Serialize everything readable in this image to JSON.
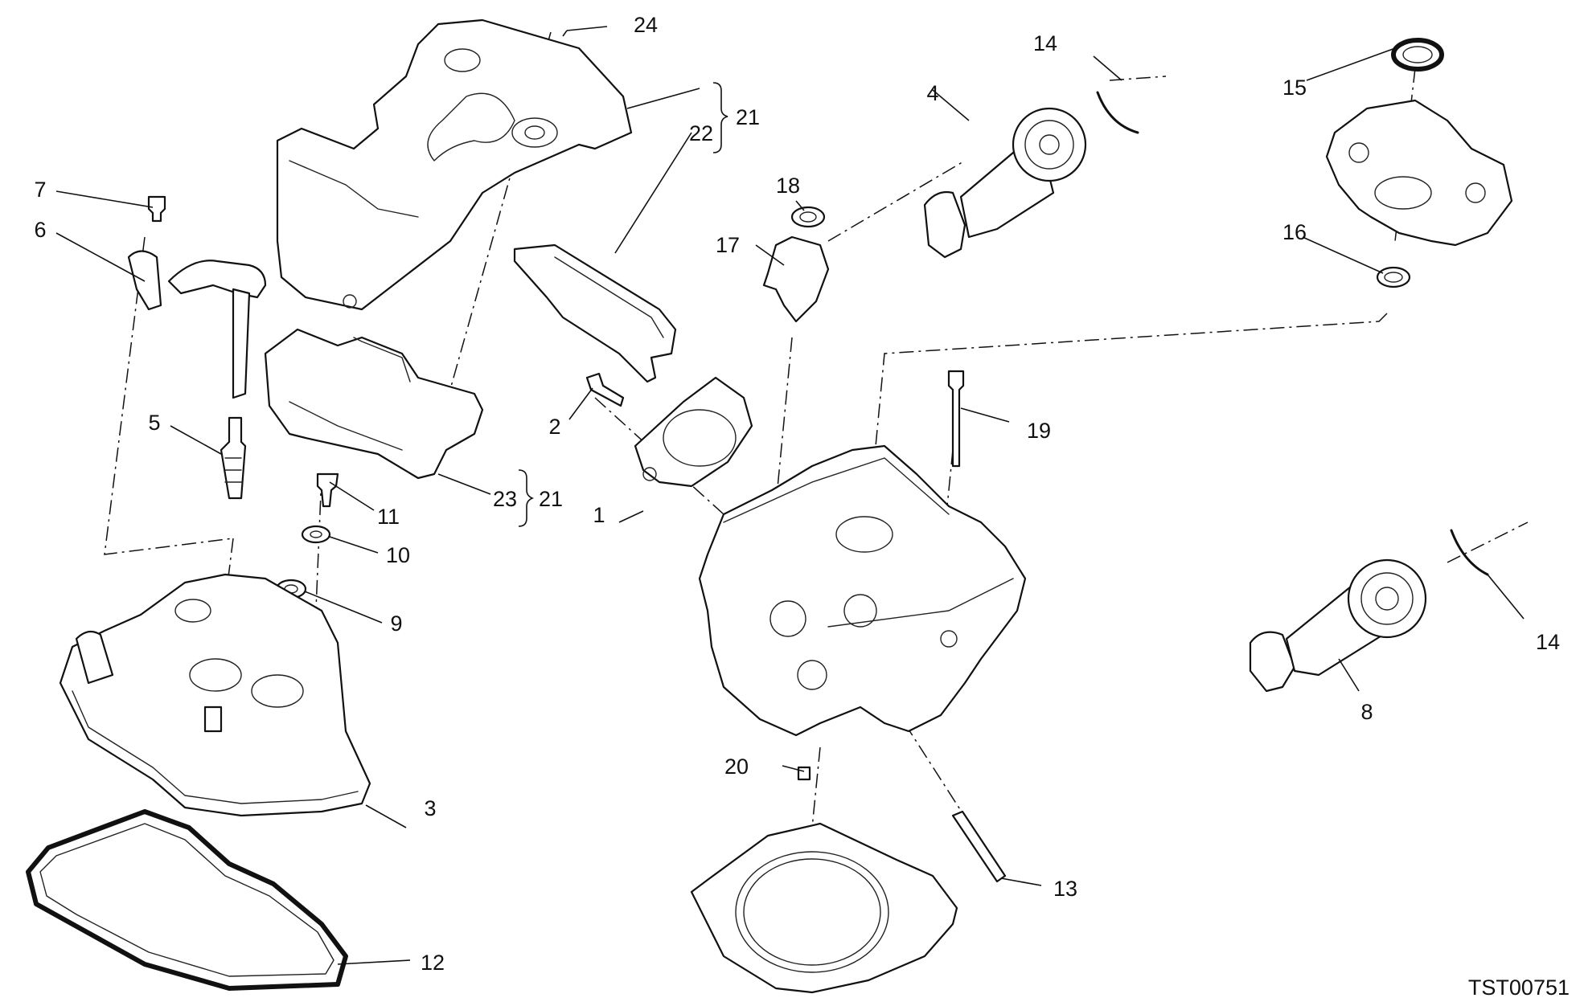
{
  "callouts": [
    {
      "id": "c1",
      "text": "1"
    },
    {
      "id": "c2",
      "text": "2"
    },
    {
      "id": "c3",
      "text": "3"
    },
    {
      "id": "c4",
      "text": "4"
    },
    {
      "id": "c5",
      "text": "5"
    },
    {
      "id": "c6",
      "text": "6"
    },
    {
      "id": "c7",
      "text": "7"
    },
    {
      "id": "c8",
      "text": "8"
    },
    {
      "id": "c9",
      "text": "9"
    },
    {
      "id": "c10",
      "text": "10"
    },
    {
      "id": "c11",
      "text": "11"
    },
    {
      "id": "c12",
      "text": "12"
    },
    {
      "id": "c13",
      "text": "13"
    },
    {
      "id": "c14a",
      "text": "14"
    },
    {
      "id": "c14b",
      "text": "14"
    },
    {
      "id": "c15",
      "text": "15"
    },
    {
      "id": "c16",
      "text": "16"
    },
    {
      "id": "c17",
      "text": "17"
    },
    {
      "id": "c18",
      "text": "18"
    },
    {
      "id": "c19",
      "text": "19"
    },
    {
      "id": "c20",
      "text": "20"
    },
    {
      "id": "c21a",
      "text": "21"
    },
    {
      "id": "c21b",
      "text": "21"
    },
    {
      "id": "c22",
      "text": "22"
    },
    {
      "id": "c23",
      "text": "23"
    },
    {
      "id": "c24",
      "text": "24"
    }
  ],
  "drawing_number": "TST00751"
}
